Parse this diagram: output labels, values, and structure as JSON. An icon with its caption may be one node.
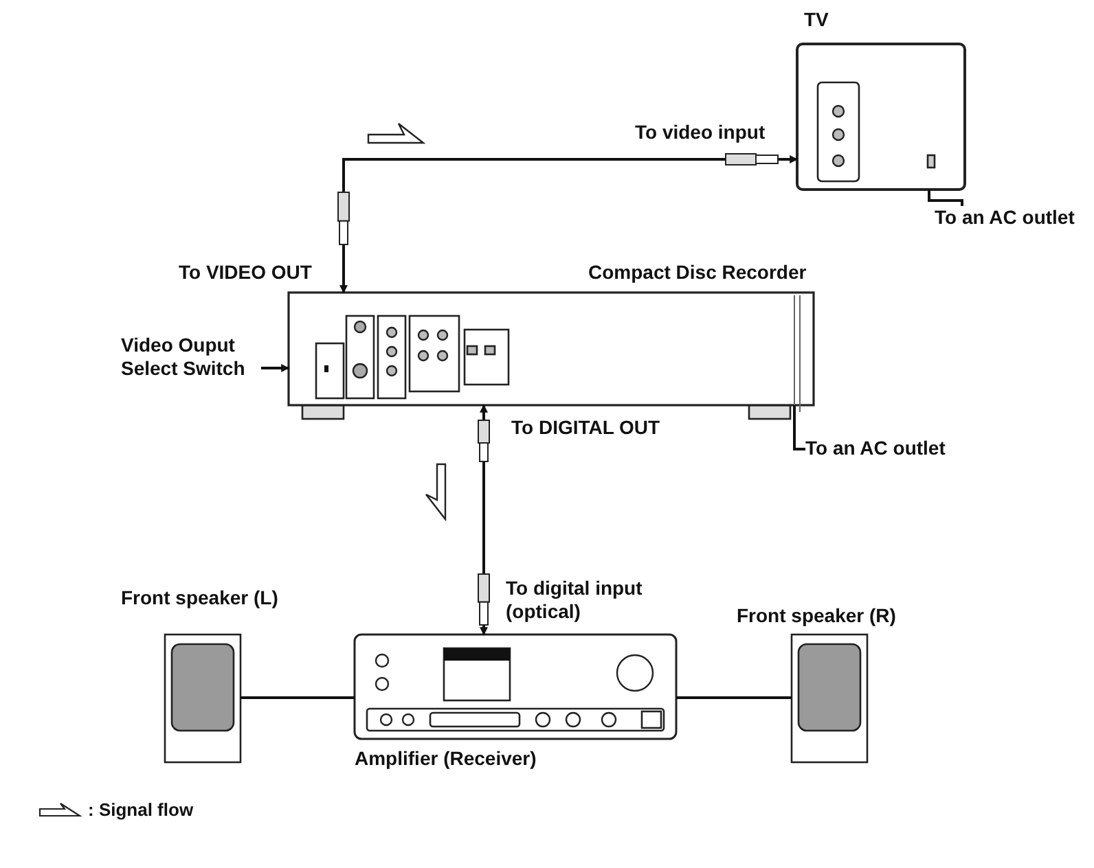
{
  "diagram": {
    "nodes": [
      {
        "text": [
          "TV"
        ]
      },
      {
        "text": [
          "Compact Disc Recorder"
        ]
      },
      {
        "text": [
          "Amplifier (Receiver)"
        ]
      },
      {
        "text": [
          "Front speaker (L)"
        ]
      },
      {
        "text": [
          "Front speaker (R)"
        ]
      },
      {
        "text": [
          "To an AC outlet"
        ]
      },
      {
        "text": [
          "To an AC outlet"
        ]
      },
      {
        "text": [
          "Video Ouput Select Switch"
        ]
      }
    ],
    "edges": [
      {
        "from": 1,
        "to": 0,
        "arrow": "both"
      },
      {
        "from": 1,
        "to": 2,
        "arrow": "both"
      },
      {
        "from": 3,
        "to": 2,
        "arrow": "none"
      },
      {
        "from": 2,
        "to": 4,
        "arrow": "none"
      },
      {
        "from": 0,
        "to": 5,
        "arrow": "none"
      },
      {
        "from": 1,
        "to": 6,
        "arrow": "none"
      },
      {
        "from": 7,
        "to": 1,
        "arrow": "to"
      }
    ],
    "labels": [
      "To video input",
      "To VIDEO OUT",
      "To DIGITAL OUT",
      "To digital input (optical)"
    ],
    "legend": [
      {
        "text": ": Signal flow"
      }
    ]
  }
}
